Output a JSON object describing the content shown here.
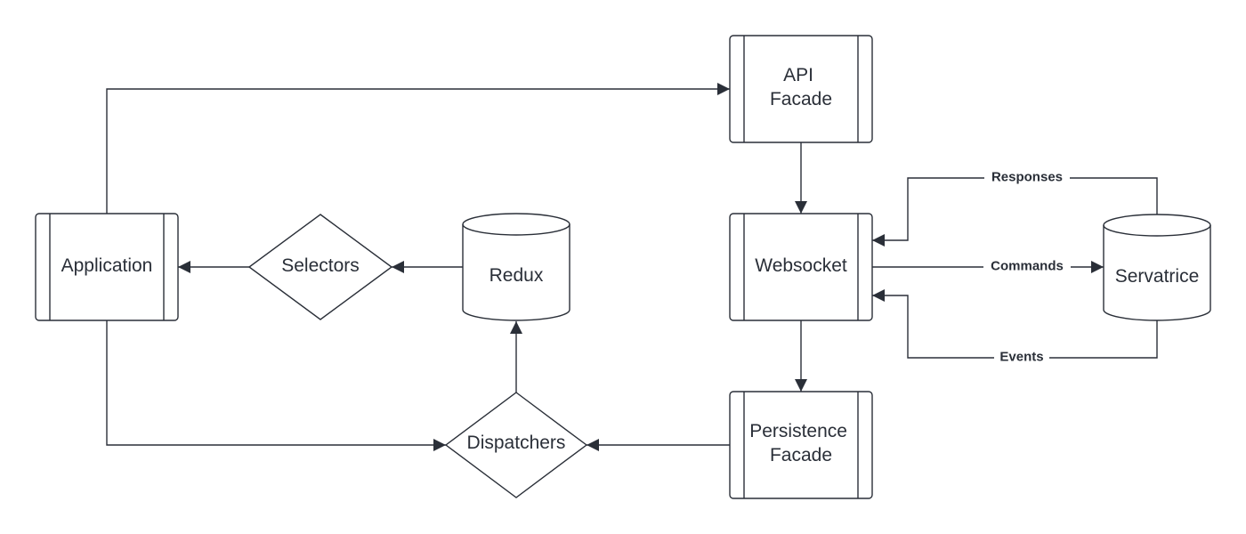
{
  "colors": {
    "stroke": "#2a2f38",
    "background": "#ffffff"
  },
  "nodes": {
    "api_facade": {
      "shape": "process",
      "label": [
        "API",
        "Facade"
      ]
    },
    "application": {
      "shape": "process",
      "label": [
        "Application"
      ]
    },
    "selectors": {
      "shape": "decision",
      "label": [
        "Selectors"
      ]
    },
    "redux": {
      "shape": "database",
      "label": [
        "Redux"
      ]
    },
    "websocket": {
      "shape": "process",
      "label": [
        "Websocket"
      ]
    },
    "servatrice": {
      "shape": "database",
      "label": [
        "Servatrice"
      ]
    },
    "dispatchers": {
      "shape": "decision",
      "label": [
        "Dispatchers"
      ]
    },
    "persistence_facade": {
      "shape": "process",
      "label": [
        "Persistence",
        "Facade"
      ]
    }
  },
  "edges": [
    {
      "from": "application",
      "to": "api_facade",
      "label": ""
    },
    {
      "from": "api_facade",
      "to": "websocket",
      "label": ""
    },
    {
      "from": "selectors",
      "to": "application",
      "label": ""
    },
    {
      "from": "redux",
      "to": "selectors",
      "label": ""
    },
    {
      "from": "servatrice",
      "to": "websocket",
      "label": "Responses"
    },
    {
      "from": "websocket",
      "to": "servatrice",
      "label": "Commands"
    },
    {
      "from": "servatrice",
      "to": "websocket",
      "label": "Events"
    },
    {
      "from": "websocket",
      "to": "persistence_facade",
      "label": ""
    },
    {
      "from": "persistence_facade",
      "to": "dispatchers",
      "label": ""
    },
    {
      "from": "application",
      "to": "dispatchers",
      "label": ""
    },
    {
      "from": "dispatchers",
      "to": "redux",
      "label": ""
    }
  ]
}
